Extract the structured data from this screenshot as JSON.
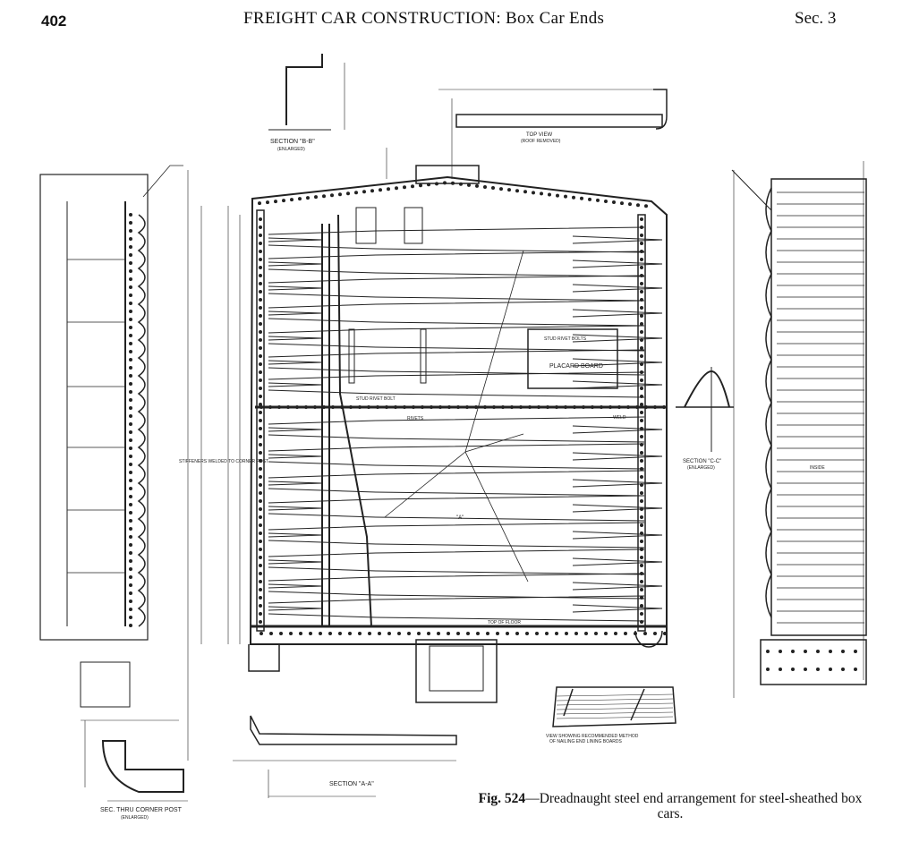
{
  "header": {
    "page_number": "402",
    "title": "FREIGHT CAR CONSTRUCTION: Box Car Ends",
    "section": "Sec. 3"
  },
  "caption": {
    "figure": "Fig. 524",
    "text": "—Dreadnaught steel end arrangement for steel-sheathed box cars."
  },
  "drawing_labels": {
    "section_bb": "SECTION \"B-B\"",
    "section_bb_sub": "(ENLARGED)",
    "top_view": "TOP VIEW",
    "top_view_sub": "(ROOF REMOVED)",
    "placard": "PLACARD BOARD",
    "section_cc": "SECTION \"C-C\"",
    "section_cc_sub": "(ENLARGED)",
    "section_aa": "SECTION \"A-A\"",
    "corner_post": "SEC. THRU CORNER POST",
    "corner_post_sub": "(ENLARGED)",
    "nailing": "VIEW SHOWING RECOMMENDED METHOD",
    "nailing_2": "OF NAILING END LINING BOARDS",
    "top_of_floor": "TOP OF FLOOR",
    "inside": "INSIDE",
    "stud_rivet_bolt": "STUD RIVET BOLT",
    "stud_rivet_bolts": "STUD RIVET BOLTS",
    "weld": "WELD",
    "rivets": "RIVETS",
    "a_mark": "\"A\"",
    "stiffeners": "STIFFENERS WELDED TO CORNER POST"
  }
}
